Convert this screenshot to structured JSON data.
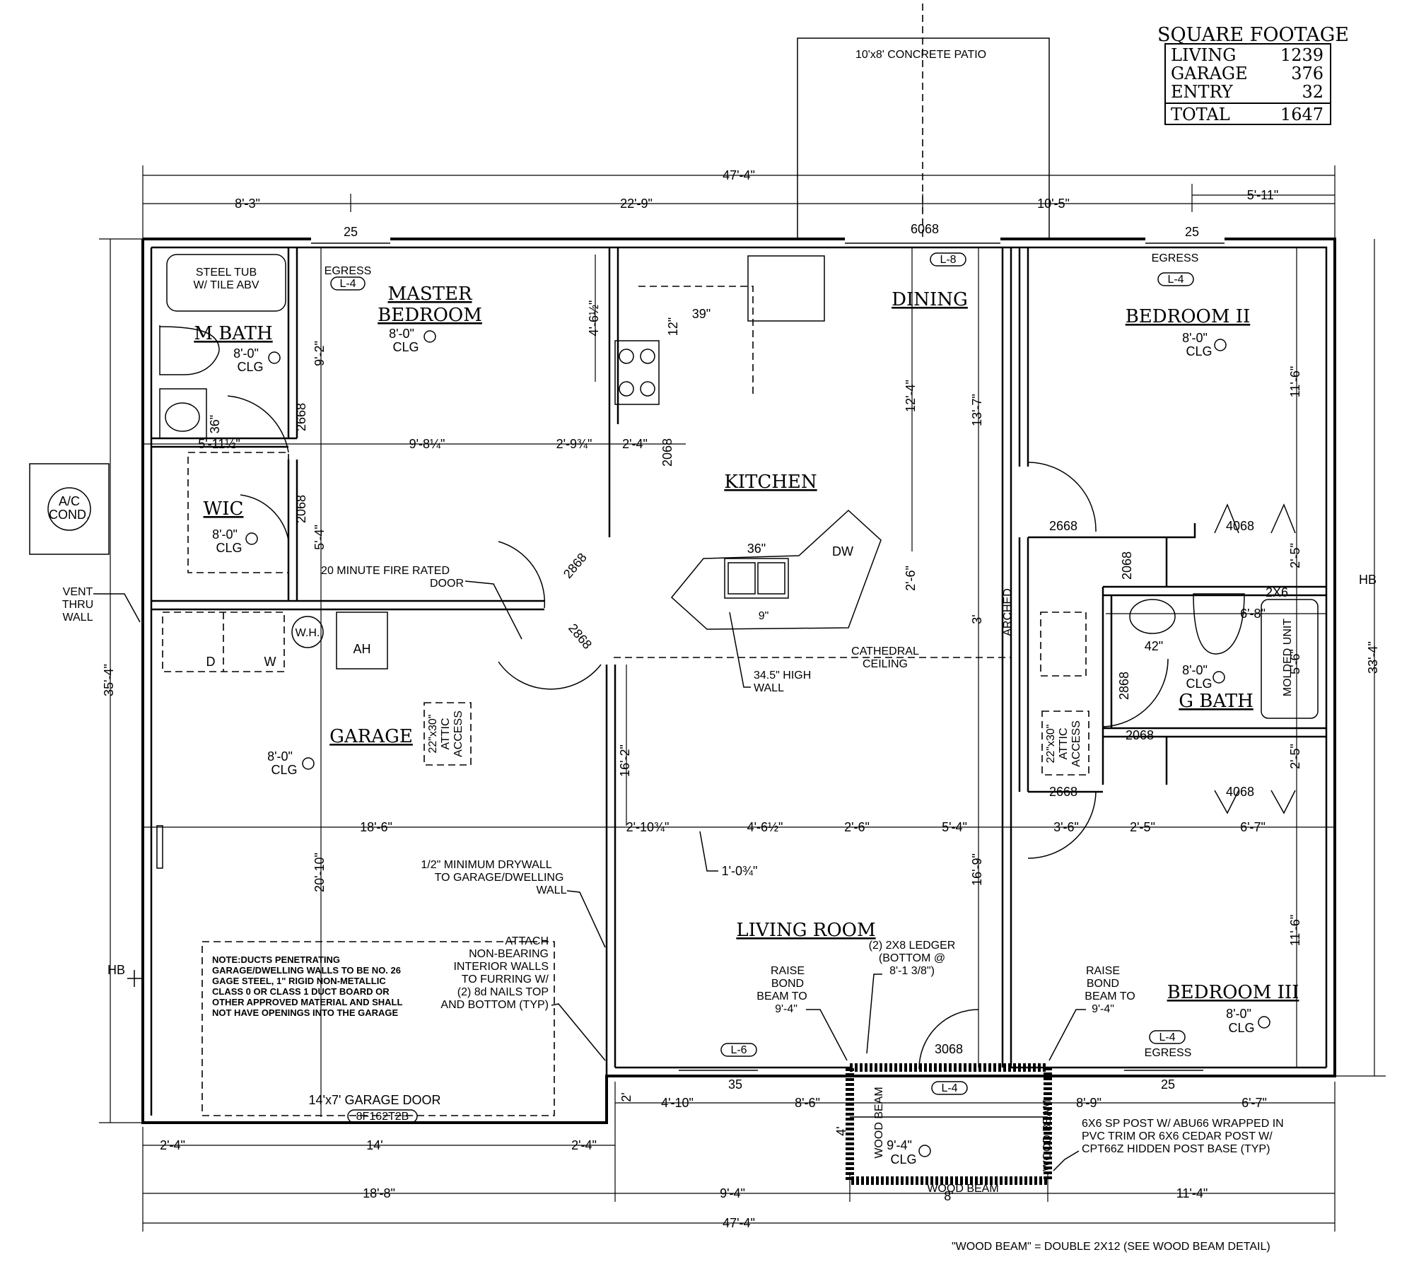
{
  "square_footage": {
    "title": "SQUARE FOOTAGE",
    "rows": [
      {
        "label": "LIVING",
        "value": "1239"
      },
      {
        "label": "GARAGE",
        "value": "376"
      },
      {
        "label": "ENTRY",
        "value": "32"
      }
    ],
    "total": {
      "label": "TOTAL",
      "value": "1647"
    }
  },
  "rooms": {
    "master_bedroom": [
      "MASTER",
      "BEDROOM"
    ],
    "m_bath": "M BATH",
    "wic": "WIC",
    "kitchen": "KITCHEN",
    "dining": "DINING",
    "bedroom_ii": "BEDROOM II",
    "bedroom_iii": "BEDROOM III",
    "g_bath": "G BATH",
    "garage": "GARAGE",
    "living_room": "LIVING ROOM"
  },
  "ceiling": {
    "height": "8'-0\"",
    "clg": "CLG",
    "porch_height": "9'-4\""
  },
  "labels": {
    "patio": "10'x8' CONCRETE PATIO",
    "ac": [
      "A/C",
      "COND."
    ],
    "steel_tub": [
      "STEEL TUB",
      "W/ TILE ABV"
    ],
    "egress": "EGRESS",
    "l4": "L-4",
    "l6": "L-6",
    "l8": "L-8",
    "fire_door": [
      "20 MINUTE FIRE RATED",
      "DOOR"
    ],
    "vent": [
      "VENT",
      "THRU",
      "WALL"
    ],
    "d": "D",
    "w": "W",
    "wh": "W.H.",
    "ah": "AH",
    "attic": [
      "22\"x30\"",
      "ATTIC",
      "ACCESS"
    ],
    "dw": "DW",
    "sink_width": "36\"",
    "nine": "9\"",
    "high_wall": [
      "34.5\" HIGH",
      "WALL"
    ],
    "cathedral": [
      "CATHEDRAL",
      "CEILING"
    ],
    "arched": "ARCHED",
    "molded_unit": "MOLDED UNIT",
    "hb": "HB",
    "drywall": [
      "1/2\" MINIMUM DRYWALL",
      "TO GARAGE/DWELLING",
      "WALL"
    ],
    "ducts_note": [
      "NOTE:DUCTS PENETRATING",
      "GARAGE/DWELLING WALLS TO BE NO. 26",
      "GAGE STEEL, 1\" RIGID NON-METALLIC",
      "CLASS 0 OR CLASS 1 DUCT BOARD OR",
      "OTHER APPROVED MATERIAL AND SHALL",
      "NOT HAVE OPENINGS INTO THE GARAGE"
    ],
    "attach_note": [
      "ATTACH",
      "NON-BEARING",
      "INTERIOR WALLS",
      "TO FURRING W/",
      "(2) 8d NAILS TOP",
      "AND BOTTOM (TYP)"
    ],
    "garage_door": "14'x7' GARAGE DOOR",
    "garage_door_code": "8F162T2B",
    "raise_bond": [
      "RAISE",
      "BOND",
      "BEAM TO",
      "9'-4\""
    ],
    "ledger": [
      "(2) 2X8 LEDGER",
      "(BOTTOM @",
      "8'-1 3/8\")"
    ],
    "wood_beam": "WOOD BEAM",
    "post_note": [
      "6X6 SP POST W/ ABU66 WRAPPED IN",
      "PVC TRIM OR 6X6 CEDAR POST W/",
      "CPT66Z HIDDEN POST BASE (TYP)"
    ],
    "footer": "\"WOOD BEAM\" = DOUBLE 2X12 (SEE WOOD BEAM DETAIL)"
  },
  "door_codes": {
    "d2668": "2668",
    "d2068": "2068",
    "d2868": "2868",
    "d4068": "4068",
    "d3068": "3068",
    "d6068": "6068",
    "w25": "25",
    "w35": "35",
    "twoX6": "2X6",
    "d42": "42\""
  },
  "dimensions": {
    "overall_width": "47'-4\"",
    "top_8_3": "8'-3\"",
    "top_22_9": "22'-9\"",
    "top_10_5": "10'-5\"",
    "top_5_11": "5'-11\"",
    "left_35_4": "35'-4\"",
    "right_33_4": "33'-4\"",
    "mb_9_2": "9'-2\"",
    "wic_5_4": "5'-4\"",
    "garage_20_10": "20'-10\"",
    "k_4_6h": "4'-6½\"",
    "k_12": "12\"",
    "k_39": "39\"",
    "k_12_4": "12'-4\"",
    "k_2_6": "2'-6\"",
    "d_13_7": "13'-7\"",
    "d_3": "3'",
    "d_16_2": "16'-2\"",
    "d_16_9": "16'-9\"",
    "b2_11_6": "11'-6\"",
    "b2_2_5": "2'-5\"",
    "gb_6_8": "6'-8\"",
    "gb_5_6": "5'-6\"",
    "b3_2_5": "2'-5\"",
    "b3_11_6": "11'-6\"",
    "row1_5_11": "5'-11½\"",
    "row1_36": "36\"",
    "row1_9_8": "9'-8¼\"",
    "row1_2_9": "2'-9¾\"",
    "row1_2_4": "2'-4\"",
    "row2_18_6": "18'-6\"",
    "row2_2_10": "2'-10¾\"",
    "row2_1_0": "1'-0¾\"",
    "row2_4_6": "4'-6½\"",
    "row2_2_6": "2'-6\"",
    "row2_5_4": "5'-4\"",
    "row2_3_6": "3'-6\"",
    "row2_2_5": "2'-5\"",
    "row2_6_7": "6'-7\"",
    "bot_2_4a": "2'-4\"",
    "bot_14": "14'",
    "bot_2_4b": "2'-4\"",
    "bot_2": "2'",
    "bot_4_10": "4'-10\"",
    "bot_8_6": "8'-6\"",
    "bot_8_9": "8'-9\"",
    "bot_6_7": "6'-7\"",
    "porch_4": "4'",
    "bot_18_8": "18'-8\"",
    "bot_9_4": "9'-4\"",
    "bot_8": "8'",
    "bot_11_4": "11'-4\"",
    "bot_total": "47'-4\""
  }
}
